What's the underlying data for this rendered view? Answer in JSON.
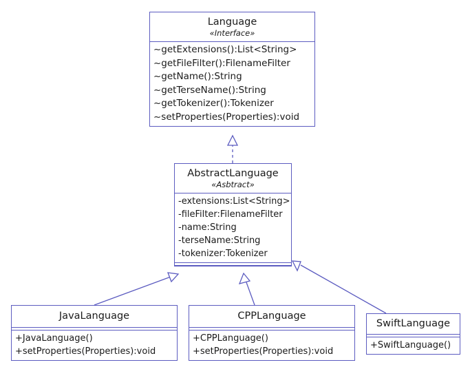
{
  "diagram": {
    "title": "Language class hierarchy UML diagram",
    "type": "uml-class-diagram",
    "colors": {
      "border": "#5b5bc0",
      "connector": "#5b5bc0",
      "text": "#1a1a1a",
      "background": "#ffffff"
    }
  },
  "classes": {
    "language": {
      "name": "Language",
      "stereotype": "«Interface»",
      "attributes": [],
      "methods": [
        "~getExtensions():List<String>",
        "~getFileFilter():FilenameFilter",
        "~getName():String",
        "~getTerseName():String",
        "~getTokenizer():Tokenizer",
        "~setProperties(Properties):void"
      ]
    },
    "abstract_language": {
      "name": "AbstractLanguage",
      "stereotype": "«Asbtract»",
      "attributes": [
        "-extensions:List<String>",
        "-fileFilter:FilenameFilter",
        "-name:String",
        "-terseName:String",
        "-tokenizer:Tokenizer"
      ],
      "methods": []
    },
    "java_language": {
      "name": "JavaLanguage",
      "stereotype": "",
      "attributes": [],
      "methods": [
        "+JavaLanguage()",
        "+setProperties(Properties):void"
      ]
    },
    "cpp_language": {
      "name": "CPPLanguage",
      "stereotype": "",
      "attributes": [],
      "methods": [
        "+CPPLanguage()",
        "+setProperties(Properties):void"
      ]
    },
    "swift_language": {
      "name": "SwiftLanguage",
      "stereotype": "",
      "attributes": [],
      "methods": [
        "+SwiftLanguage()"
      ]
    }
  },
  "relationships": [
    {
      "id": "realization-abstractlanguage-language",
      "type": "realization",
      "style": "dashed",
      "arrowhead": "hollow-triangle",
      "from": "abstract_language",
      "to": "language"
    },
    {
      "id": "generalization-javalanguage-abstractlanguage",
      "type": "generalization",
      "style": "solid",
      "arrowhead": "hollow-triangle",
      "from": "java_language",
      "to": "abstract_language"
    },
    {
      "id": "generalization-cpplanguage-abstractlanguage",
      "type": "generalization",
      "style": "solid",
      "arrowhead": "hollow-triangle",
      "from": "cpp_language",
      "to": "abstract_language"
    },
    {
      "id": "generalization-swiftlanguage-abstractlanguage",
      "type": "generalization",
      "style": "solid",
      "arrowhead": "hollow-triangle",
      "from": "swift_language",
      "to": "abstract_language"
    }
  ]
}
